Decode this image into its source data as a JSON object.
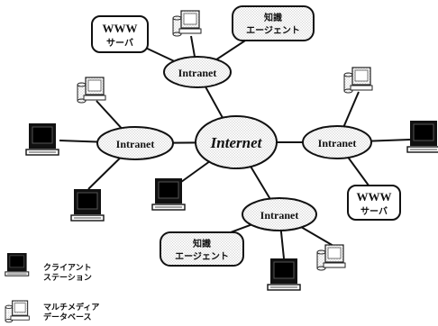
{
  "hub": {
    "label": "Internet"
  },
  "intranets": {
    "top": {
      "label": "Intranet"
    },
    "left": {
      "label": "Intranet"
    },
    "right": {
      "label": "Intranet"
    },
    "bottom": {
      "label": "Intranet"
    }
  },
  "www_server_top": {
    "line1": "WWW",
    "line2": "サーバ"
  },
  "www_server_right": {
    "line1": "WWW",
    "line2": "サーバ"
  },
  "knowledge_agent_top": {
    "line1": "知識",
    "line2": "エージェント"
  },
  "knowledge_agent_bottom": {
    "line1": "知識",
    "line2": "エージェント"
  },
  "legend": {
    "client": {
      "line1": "クライアント",
      "line2": "ステーション"
    },
    "database": {
      "line1": "マルチメディア",
      "line2": "データベース"
    }
  }
}
